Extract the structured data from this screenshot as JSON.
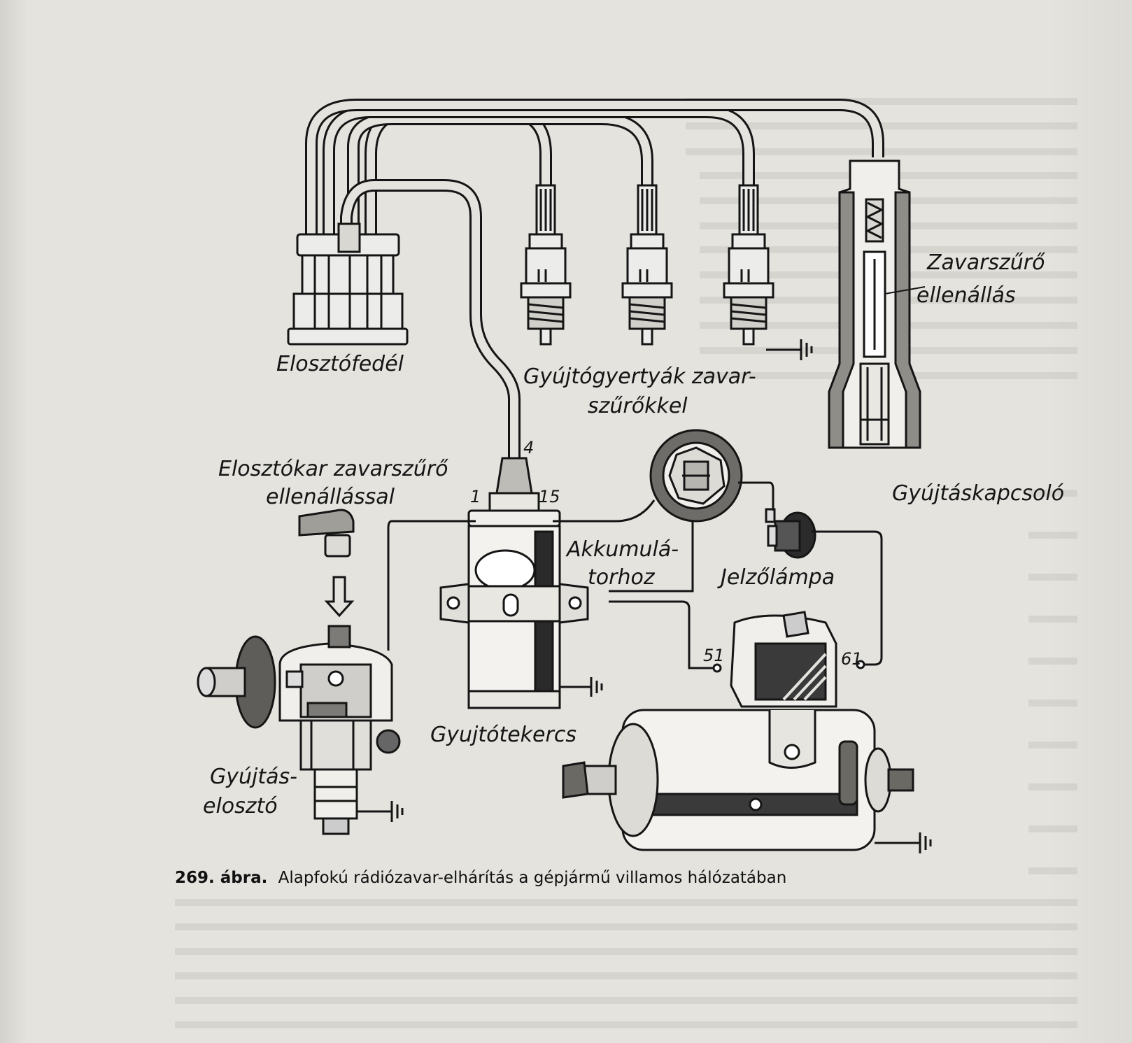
{
  "labels": {
    "distributor_cap": "Elosztófedél",
    "spark_plugs_line1": "Gyújtógyertyák zavar-",
    "spark_plugs_line2": "szűrőkkel",
    "suppression_resistor_line1": "Zavarszűrő",
    "suppression_resistor_line2": "ellenállás",
    "rotor_line1": "Elosztókar zavarszűrő",
    "rotor_line2": "ellenállással",
    "ignition_switch": "Gyújtáskapcsoló",
    "to_battery_line1": "Akkumulá-",
    "to_battery_line2": "torhoz",
    "warning_lamp": "Jelzőlámpa",
    "ignition_coil": "Gyujtótekercs",
    "distributor_line1": "Gyújtás-",
    "distributor_line2": "elosztó"
  },
  "terminals": {
    "coil_hv": "4",
    "coil_1": "1",
    "coil_15": "15",
    "regulator_51": "51",
    "regulator_61": "61"
  },
  "caption": {
    "number": "269. ábra.",
    "text": "Alapfokú rádiózavar-elhárítás a gépjármű villamos hálózatában"
  },
  "colors": {
    "paper": "#e4e3de",
    "ink": "#151515"
  }
}
